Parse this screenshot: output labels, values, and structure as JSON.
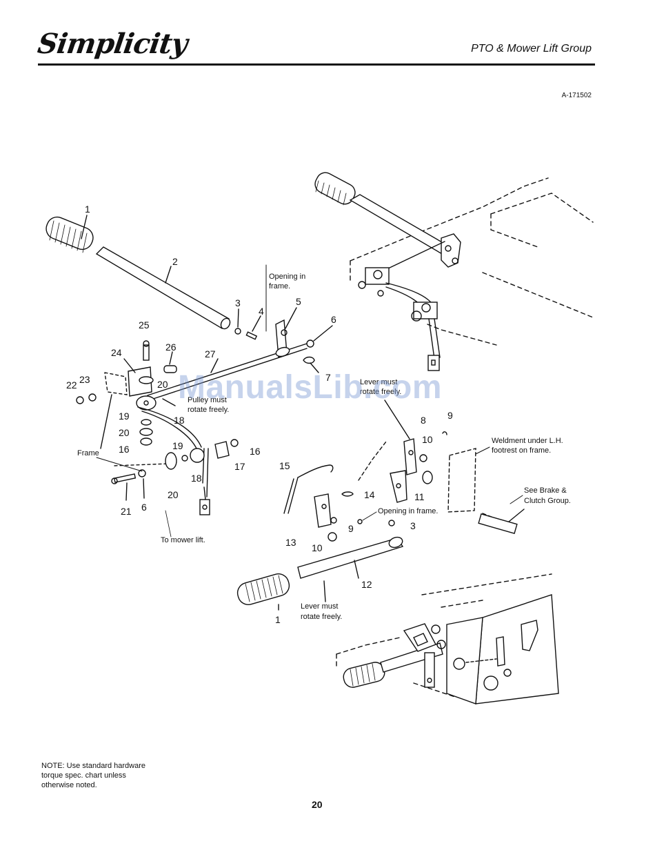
{
  "header": {
    "brand": "Simplicity",
    "section_title": "PTO & Mower Lift Group",
    "drawing_code": "A-171502"
  },
  "watermark": "ManualsLib.com",
  "callouts": [
    {
      "id": "c1a",
      "text": "1"
    },
    {
      "id": "c2",
      "text": "2"
    },
    {
      "id": "c3a",
      "text": "3"
    },
    {
      "id": "c4",
      "text": "4"
    },
    {
      "id": "c5",
      "text": "5"
    },
    {
      "id": "c6a",
      "text": "6"
    },
    {
      "id": "c7",
      "text": "7"
    },
    {
      "id": "c25",
      "text": "25"
    },
    {
      "id": "c26",
      "text": "26"
    },
    {
      "id": "c27",
      "text": "27"
    },
    {
      "id": "c24",
      "text": "24"
    },
    {
      "id": "c22",
      "text": "22"
    },
    {
      "id": "c23",
      "text": "23"
    },
    {
      "id": "c20a",
      "text": "20"
    },
    {
      "id": "c18a",
      "text": "18"
    },
    {
      "id": "c19a",
      "text": "19"
    },
    {
      "id": "c20b",
      "text": "20"
    },
    {
      "id": "c16a",
      "text": "16"
    },
    {
      "id": "c19b",
      "text": "19"
    },
    {
      "id": "c16b",
      "text": "16"
    },
    {
      "id": "c17",
      "text": "17"
    },
    {
      "id": "c18b",
      "text": "18"
    },
    {
      "id": "c20c",
      "text": "20"
    },
    {
      "id": "c21",
      "text": "21"
    },
    {
      "id": "c6b",
      "text": "6"
    },
    {
      "id": "c8",
      "text": "8"
    },
    {
      "id": "c9a",
      "text": "9"
    },
    {
      "id": "c10a",
      "text": "10"
    },
    {
      "id": "c11",
      "text": "11"
    },
    {
      "id": "c15",
      "text": "15"
    },
    {
      "id": "c14",
      "text": "14"
    },
    {
      "id": "c3b",
      "text": "3"
    },
    {
      "id": "c9b",
      "text": "9"
    },
    {
      "id": "c13",
      "text": "13"
    },
    {
      "id": "c10b",
      "text": "10"
    },
    {
      "id": "c12",
      "text": "12"
    },
    {
      "id": "c1b",
      "text": "1"
    }
  ],
  "notes_in_figure": {
    "opening_top_1": "Opening in",
    "opening_top_2": "frame.",
    "pulley_1": "Pulley must",
    "pulley_2": "rotate freely.",
    "lever_top_1": "Lever must",
    "lever_top_2": "rotate freely.",
    "frame": "Frame",
    "to_mower_lift": "To mower lift.",
    "weldment_1": "Weldment under L.H.",
    "weldment_2": "footrest on frame.",
    "brake_1": "See Brake &",
    "brake_2": "Clutch Group.",
    "opening_mid": "Opening in frame.",
    "lever_bottom_1": "Lever must",
    "lever_bottom_2": "rotate freely."
  },
  "footer": {
    "note_1": "NOTE: Use standard hardware",
    "note_2": "torque spec. chart unless",
    "note_3": "otherwise noted.",
    "page_number": "20"
  }
}
